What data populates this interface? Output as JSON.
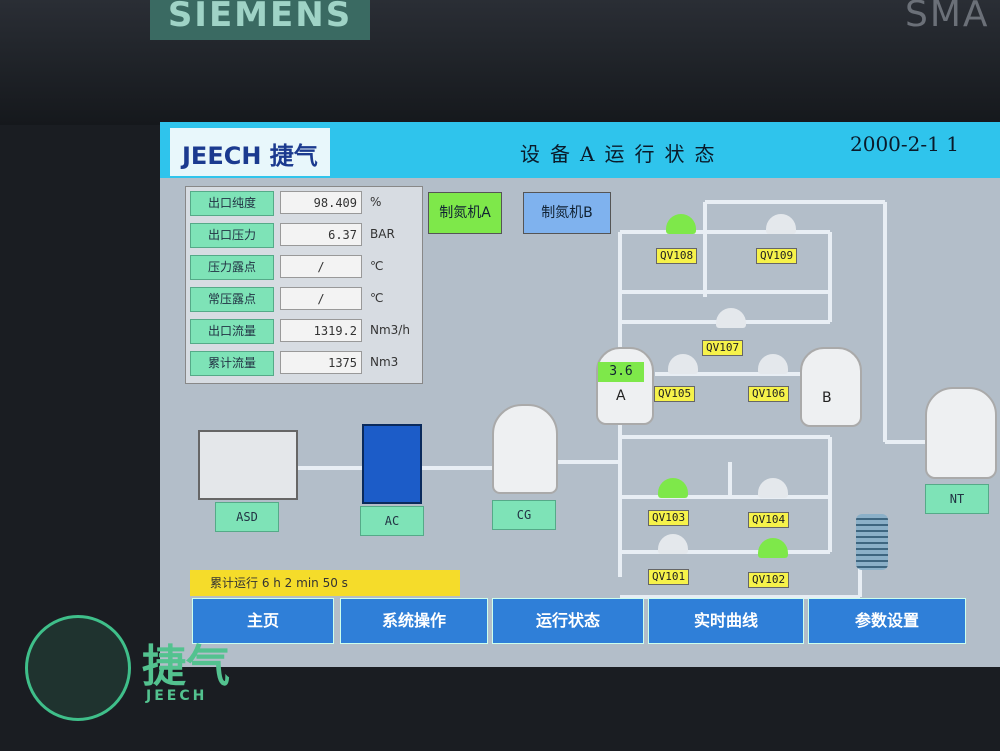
{
  "bezel": {
    "brand_left": "SIEMENS",
    "brand_right": "SMA"
  },
  "header": {
    "logo": "JEECH 捷气",
    "title": "设备A运行状态",
    "datetime": "2000-2-1 1"
  },
  "readings": [
    {
      "label": "出口纯度",
      "value": "98.409",
      "unit": "%"
    },
    {
      "label": "出口压力",
      "value": "6.37",
      "unit": "BAR"
    },
    {
      "label": "压力露点",
      "value": "/",
      "unit": "℃"
    },
    {
      "label": "常压露点",
      "value": "/",
      "unit": "℃"
    },
    {
      "label": "出口流量",
      "value": "1319.2",
      "unit": "Nm3/h"
    },
    {
      "label": "累计流量",
      "value": "1375",
      "unit": "Nm3"
    }
  ],
  "machines": {
    "a": "制氮机A",
    "b": "制氮机B"
  },
  "valves": [
    "QV108",
    "QV109",
    "QV107",
    "QV105",
    "QV106",
    "QV103",
    "QV104",
    "QV101",
    "QV102"
  ],
  "vessels": {
    "a_label": "A",
    "b_label": "B",
    "a_level": "3.6"
  },
  "equipment": {
    "asd": "ASD",
    "ac": "AC",
    "cg": "CG",
    "nt": "NT"
  },
  "runtime": "累计运行  6  h 2 min 50 s",
  "nav": [
    "主页",
    "系统操作",
    "运行状态",
    "实时曲线",
    "参数设置"
  ],
  "watermark": {
    "text": "捷气",
    "sub": "JEECH"
  },
  "colors": {
    "title_bar": "#2fc4ec",
    "label_green": "#7ee3b7",
    "tag_yellow": "#f6f24a",
    "nav_blue": "#2f7fd8",
    "valve_open": "#7ee84a"
  }
}
